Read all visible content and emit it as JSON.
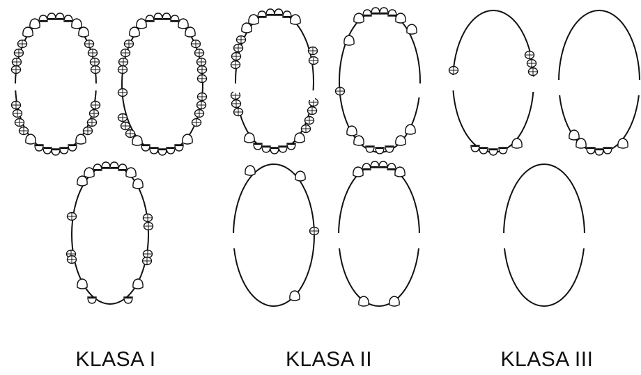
{
  "labels": {
    "class_1": "KLASA I",
    "class_2": "KLASA II",
    "class_3": "KLASA III"
  },
  "colors": {
    "ink": "#111111",
    "background": "#ffffff"
  },
  "arches": [
    {
      "name": "class-1-arch-a",
      "teeth_sides": "full"
    },
    {
      "name": "class-1-arch-b",
      "teeth_sides": "full"
    },
    {
      "name": "class-1-arch-c",
      "teeth_sides": "partial"
    },
    {
      "name": "class-2-arch-a",
      "teeth_sides": "partial"
    },
    {
      "name": "class-2-arch-b",
      "teeth_sides": "partial"
    },
    {
      "name": "class-2-arch-c",
      "teeth_sides": "sparse"
    },
    {
      "name": "class-2-arch-d",
      "teeth_sides": "sparse"
    },
    {
      "name": "class-3-arch-a",
      "teeth_sides": "sparse"
    },
    {
      "name": "class-3-arch-b",
      "teeth_sides": "sparse"
    },
    {
      "name": "class-3-arch-c",
      "teeth_sides": "none"
    }
  ]
}
